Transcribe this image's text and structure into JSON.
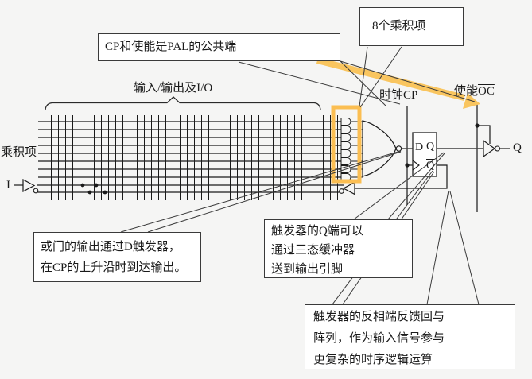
{
  "callouts": {
    "cp_common": {
      "text": "CP和使能是PAL的公共端"
    },
    "product_terms": {
      "text": "8个乘积项"
    },
    "or_gate": {
      "line1": "或门的输出通过D触发器，",
      "line2": "在CP的上升沿时到达输出。"
    },
    "q_output": {
      "line1": "触发器的Q端可以",
      "line2": "通过三态缓冲器",
      "line3": "送到输出引脚"
    },
    "feedback": {
      "line1": "触发器的反相端反馈回与",
      "line2": "阵列，作为输入信号参与",
      "line3": "更复杂的时序逻辑运算"
    }
  },
  "labels": {
    "io_group": "输入/输出及I/O",
    "product_term": "乘积项",
    "input_i": "I",
    "clock": "时钟CP",
    "enable_prefix": "使能",
    "enable_oc": "OC",
    "ff_d": "D",
    "ff_q": "Q",
    "ff_qbar": "Q",
    "out_qbar": "Q"
  },
  "colors": {
    "highlight_orange": "#F9C55F",
    "background": "#F5F5F4",
    "line_black": "#1a1a1a",
    "box_border": "#3a3a3a"
  }
}
